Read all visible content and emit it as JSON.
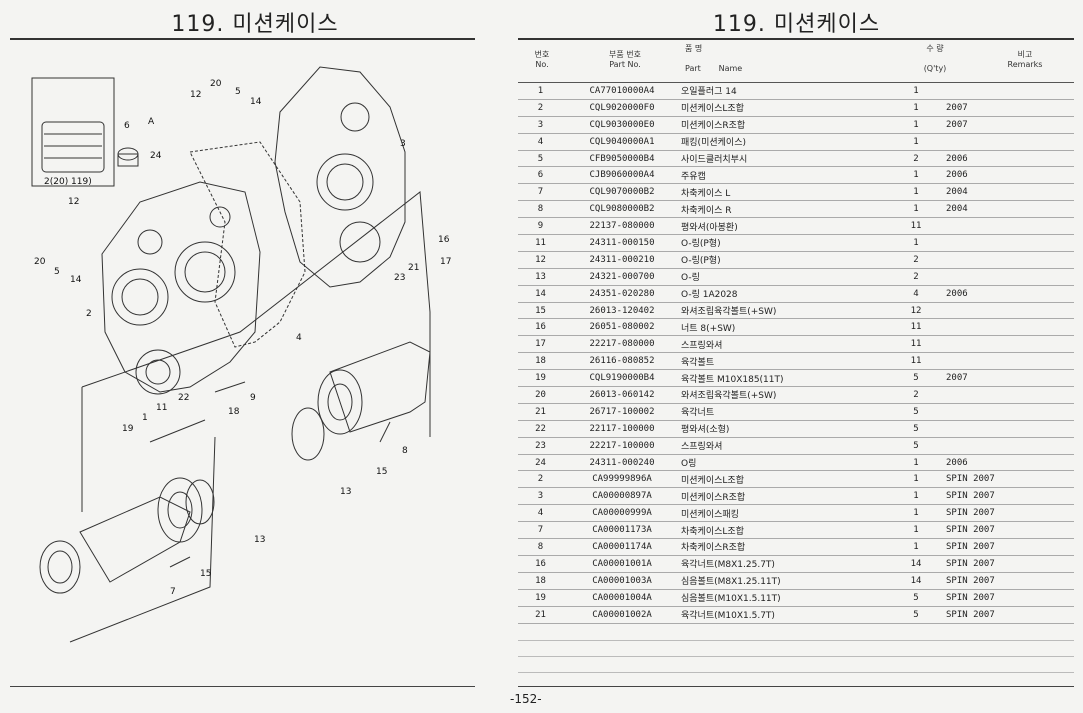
{
  "left_title": "119. 미션케이스",
  "right_title": "119. 미션케이스",
  "page_number": "-152-",
  "header": {
    "no_ko": "번호",
    "no_en": "No.",
    "part_ko": "부품 번호",
    "part_en": "Part No.",
    "name_ko": "품 명",
    "name_part": "Part",
    "name_name": "Name",
    "qty_ko": "수 량",
    "qty_en": "(Q'ty)",
    "remarks_ko": "비고",
    "remarks_en": "Remarks"
  },
  "diagram": {
    "inset_caption": "2(20) 119)",
    "arrow_label": "A",
    "callouts": [
      "20",
      "12",
      "5",
      "14",
      "6",
      "24",
      "3",
      "12",
      "20",
      "5",
      "14",
      "2",
      "4",
      "16",
      "21",
      "17",
      "23",
      "1",
      "11",
      "22",
      "18",
      "9",
      "19",
      "8",
      "13",
      "15",
      "13",
      "15",
      "7"
    ]
  },
  "parts": [
    {
      "no": "1",
      "part": "CA77010000A4",
      "name": "오일플러그 14",
      "qty": "1",
      "remarks": ""
    },
    {
      "no": "2",
      "part": "CQL9020000F0",
      "name": "미션케이스L조합",
      "qty": "1",
      "remarks": "2007"
    },
    {
      "no": "3",
      "part": "CQL9030000E0",
      "name": "미션케이스R조합",
      "qty": "1",
      "remarks": "2007"
    },
    {
      "no": "4",
      "part": "CQL9040000A1",
      "name": "패킹(미션케이스)",
      "qty": "1",
      "remarks": ""
    },
    {
      "no": "5",
      "part": "CFB9050000B4",
      "name": "사이드클러치부시",
      "qty": "2",
      "remarks": "2006"
    },
    {
      "no": "6",
      "part": "CJB9060000A4",
      "name": "주유캡",
      "qty": "1",
      "remarks": "2006"
    },
    {
      "no": "7",
      "part": "CQL9070000B2",
      "name": "차축케이스 L",
      "qty": "1",
      "remarks": "2004"
    },
    {
      "no": "8",
      "part": "CQL9080000B2",
      "name": "차축케이스 R",
      "qty": "1",
      "remarks": "2004"
    },
    {
      "no": "9",
      "part": "22137-080000",
      "name": "평와셔(아봉환)",
      "qty": "11",
      "remarks": ""
    },
    {
      "no": "11",
      "part": "24311-000150",
      "name": "O-링(P형)",
      "qty": "1",
      "remarks": ""
    },
    {
      "no": "12",
      "part": "24311-000210",
      "name": "O-링(P형)",
      "qty": "2",
      "remarks": ""
    },
    {
      "no": "13",
      "part": "24321-000700",
      "name": "O-링",
      "qty": "2",
      "remarks": ""
    },
    {
      "no": "14",
      "part": "24351-020280",
      "name": "O-링 1A2028",
      "qty": "4",
      "remarks": "2006"
    },
    {
      "no": "15",
      "part": "26013-120402",
      "name": "와셔조립육각볼트(+SW)",
      "qty": "12",
      "remarks": ""
    },
    {
      "no": "16",
      "part": "26051-080002",
      "name": "너트 8(+SW)",
      "qty": "11",
      "remarks": ""
    },
    {
      "no": "17",
      "part": "22217-080000",
      "name": "스프링와셔",
      "qty": "11",
      "remarks": ""
    },
    {
      "no": "18",
      "part": "26116-080852",
      "name": "육각볼트",
      "qty": "11",
      "remarks": ""
    },
    {
      "no": "19",
      "part": "CQL9190000B4",
      "name": "육각볼트 M10X185(11T)",
      "qty": "5",
      "remarks": "2007"
    },
    {
      "no": "20",
      "part": "26013-060142",
      "name": "와셔조립육각볼트(+SW)",
      "qty": "2",
      "remarks": ""
    },
    {
      "no": "21",
      "part": "26717-100002",
      "name": "육각너트",
      "qty": "5",
      "remarks": ""
    },
    {
      "no": "22",
      "part": "22117-100000",
      "name": "평와셔(소형)",
      "qty": "5",
      "remarks": ""
    },
    {
      "no": "23",
      "part": "22217-100000",
      "name": "스프링와셔",
      "qty": "5",
      "remarks": ""
    },
    {
      "no": "24",
      "part": "24311-000240",
      "name": "O링",
      "qty": "1",
      "remarks": "2006"
    },
    {
      "no": "2",
      "part": "CA99999896A",
      "name": "미션케이스L조합",
      "qty": "1",
      "remarks": "SPIN 2007"
    },
    {
      "no": "3",
      "part": "CA00000897A",
      "name": "미션케이스R조합",
      "qty": "1",
      "remarks": "SPIN 2007"
    },
    {
      "no": "4",
      "part": "CA00000999A",
      "name": "미션케이스패킹",
      "qty": "1",
      "remarks": "SPIN 2007"
    },
    {
      "no": "7",
      "part": "CA00001173A",
      "name": "차축케이스L조합",
      "qty": "1",
      "remarks": "SPIN 2007"
    },
    {
      "no": "8",
      "part": "CA00001174A",
      "name": "차축케이스R조합",
      "qty": "1",
      "remarks": "SPIN 2007"
    },
    {
      "no": "16",
      "part": "CA00001001A",
      "name": "육각너트(M8X1.25.7T)",
      "qty": "14",
      "remarks": "SPIN 2007"
    },
    {
      "no": "18",
      "part": "CA00001003A",
      "name": "심음볼트(M8X1.25.11T)",
      "qty": "14",
      "remarks": "SPIN 2007"
    },
    {
      "no": "19",
      "part": "CA00001004A",
      "name": "심음볼트(M10X1.5.11T)",
      "qty": "5",
      "remarks": "SPIN 2007"
    },
    {
      "no": "21",
      "part": "CA00001002A",
      "name": "육각너트(M10X1.5.7T)",
      "qty": "5",
      "remarks": "SPIN 2007"
    }
  ]
}
